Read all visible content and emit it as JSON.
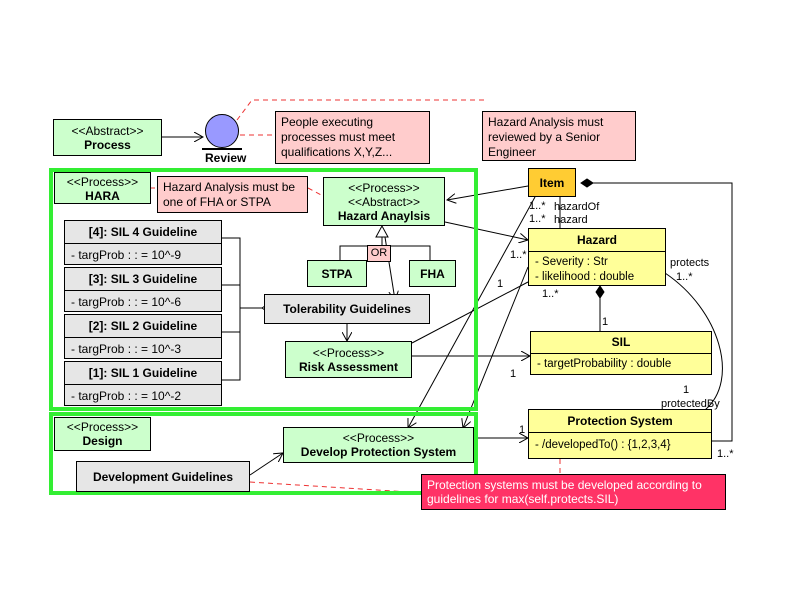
{
  "abstract_process": {
    "stereotype": "<<Abstract>>",
    "name": "Process"
  },
  "review": {
    "label": "Review"
  },
  "notes": {
    "people": "People executing processes must meet qualifications X,Y,Z...",
    "senior": "Hazard Analysis must reviewed by a Senior Engineer",
    "fha_stpa": "Hazard Analysis must be one of FHA or STPA",
    "protection": "Protection systems must be developed according to guidelines for max(self.protects.SIL)"
  },
  "hara": {
    "stereotype": "<<Process>>",
    "name": "HARA"
  },
  "hazard_analysis": {
    "stereotype1": "<<Process>>",
    "stereotype2": "<<Abstract>>",
    "name": "Hazard Anaylsis"
  },
  "or_label": "OR",
  "stpa": "STPA",
  "fha": "FHA",
  "guidelines": [
    {
      "title": "[4]: SIL 4 Guideline",
      "attr": "- targProb : : = 10^-9"
    },
    {
      "title": "[3]: SIL 3 Guideline",
      "attr": "- targProb : : = 10^-6"
    },
    {
      "title": "[2]: SIL 2 Guideline",
      "attr": "- targProb : : = 10^-3"
    },
    {
      "title": "[1]: SIL 1 Guideline",
      "attr": "- targProb : : = 10^-2"
    }
  ],
  "tolerability": "Tolerability Guidelines",
  "risk_assessment": {
    "stereotype": "<<Process>>",
    "name": "Risk Assessment"
  },
  "design": {
    "stereotype": "<<Process>>",
    "name": "Design"
  },
  "dev_guidelines": "Development Guidelines",
  "develop_protection": {
    "stereotype": "<<Process>>",
    "name": "Develop Protection System"
  },
  "item": "Item",
  "hazard": {
    "name": "Hazard",
    "attrs": [
      "- Severity : Str",
      "- likelihood : double"
    ]
  },
  "sil": {
    "name": "SIL",
    "attrs": [
      "- targetProbability : double"
    ]
  },
  "protection_system": {
    "name": "Protection System",
    "attrs": [
      "- /developedTo() : {1,2,3,4}"
    ]
  },
  "assoc": {
    "hazardOf": "hazardOf",
    "hazard": "hazard",
    "m1a": "1..*",
    "m1b": "1..*",
    "m2": "1..*",
    "m3": "1..*",
    "one_a": "1",
    "one_b": "1",
    "one_c": "1",
    "one_d": "1",
    "one_e": "1",
    "protects": "protects",
    "protects_m": "1..*",
    "protectedBy": "protectedBy",
    "ps_m": "1..*"
  },
  "colors": {
    "frame": "#33ee33",
    "process": "#ccffcc",
    "class": "#ffff99",
    "item": "#ffcc33",
    "note": "#ffcccc",
    "note_alert": "#ff3366",
    "review": "#9999ff"
  }
}
